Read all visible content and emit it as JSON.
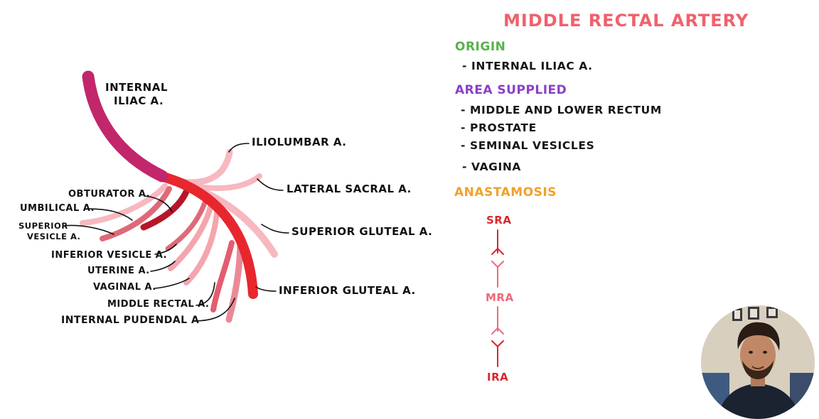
{
  "colors": {
    "internal_iliac": "#c2266b",
    "dark_red": "#b5172a",
    "bright_red": "#e8262e",
    "medium_pink": "#de6a77",
    "light_pink": "#f7b8bf",
    "title": "#f0616c",
    "origin": "#56b34a",
    "area_supplied": "#8a3fc7",
    "anastomosis": "#f0a12a",
    "sra": "#d9272e",
    "mra": "#ee6a79",
    "ira": "#d9272e"
  },
  "diagram": {
    "labels": {
      "internal_iliac": [
        "INTERNAL",
        "ILIAC A."
      ],
      "iliolumbar": "ILIOLUMBAR A.",
      "lateral_sacral": "LATERAL SACRAL A.",
      "superior_gluteal": "SUPERIOR GLUTEAL A.",
      "inferior_gluteal": "INFERIOR GLUTEAL A.",
      "obturator": "OBTURATOR A.",
      "umbilical": "UMBILICAL A.",
      "superior_vesicle": [
        "SUPERIOR",
        "VESICLE A."
      ],
      "inferior_vesicle": "INFERIOR VESICLE A.",
      "uterine": "UTERINE A.",
      "vaginal": "VAGINAL A.",
      "middle_rectal": "MIDDLE RECTAL A.",
      "internal_pudendal": "INTERNAL PUDENDAL A"
    }
  },
  "notes": {
    "title": "MIDDLE RECTAL ARTERY",
    "origin": {
      "heading": "ORIGIN",
      "items": [
        "- INTERNAL ILIAC A."
      ]
    },
    "area_supplied": {
      "heading": "AREA SUPPLIED",
      "items": [
        "- MIDDLE AND LOWER RECTUM",
        "- PROSTATE",
        "- SEMINAL VESICLES",
        "- VAGINA"
      ]
    },
    "anastomosis": {
      "heading": "ANASTAMOSIS",
      "nodes": [
        "SRA",
        "MRA",
        "IRA"
      ]
    }
  },
  "presenter": {
    "icon": "presenter-webcam-avatar"
  }
}
